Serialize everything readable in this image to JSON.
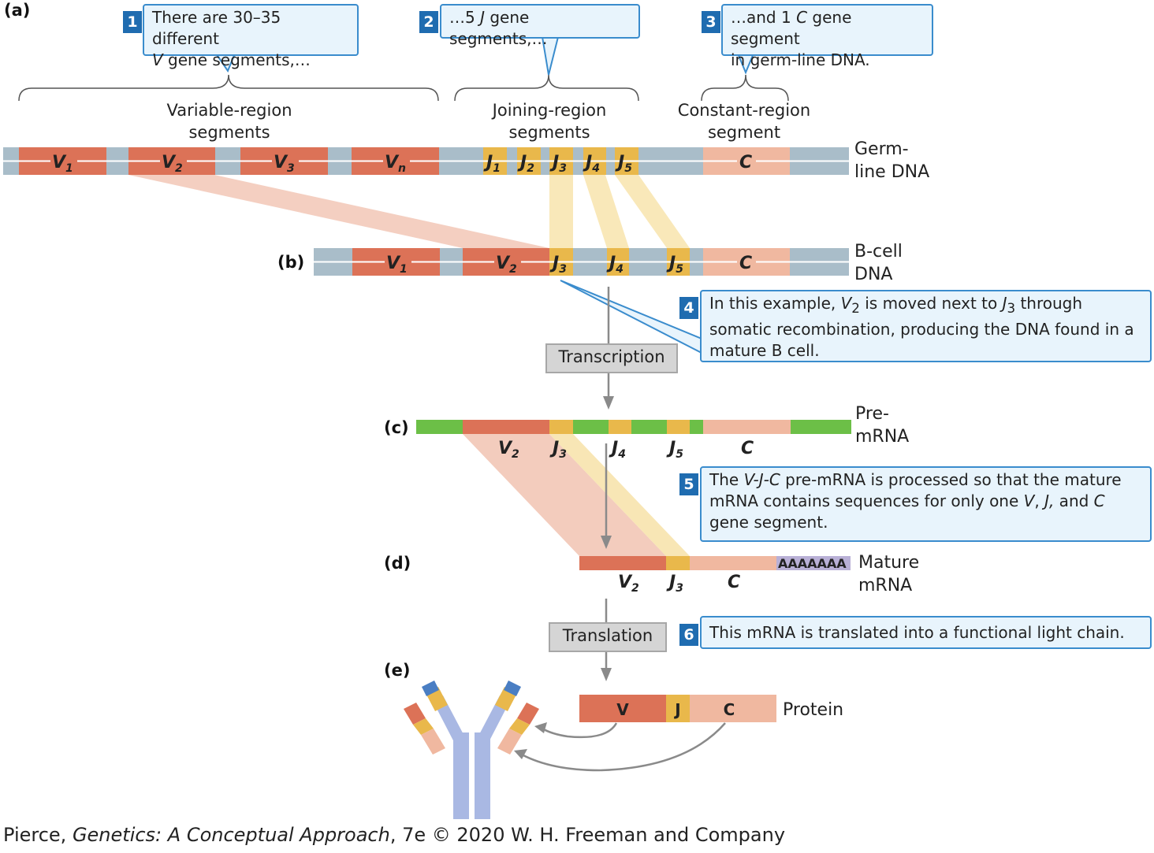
{
  "panels": {
    "a": "(a)",
    "b": "(b)",
    "c": "(c)",
    "d": "(d)",
    "e": "(e)"
  },
  "callouts": {
    "c1": {
      "num": "1",
      "line1": "There are 30–35 different",
      "line2_italic": "V",
      "line2": " gene segments,…"
    },
    "c2": {
      "num": "2",
      "pre": "…5 ",
      "italic": "J",
      "post": " gene segments,…"
    },
    "c3": {
      "num": "3",
      "pre": "…and 1 ",
      "italic": "C",
      "post": " gene segment",
      "line2": "in germ-line DNA."
    },
    "c4": {
      "num": "4",
      "text_a": "In this example, ",
      "v": "V",
      "v_sub": "2",
      "text_b": " is moved next to ",
      "j": "J",
      "j_sub": "3",
      "text_c": " through somatic recombination, producing the DNA found in a mature B cell."
    },
    "c5": {
      "num": "5",
      "text_a": "The ",
      "vjc": "V-J-C",
      "text_b": " pre-mRNA is processed so that the mature mRNA contains sequences for only one ",
      "v": "V",
      "sep1": ", ",
      "j": "J,",
      "sep2": " and ",
      "c": "C",
      "text_c": " gene segment."
    },
    "c6": {
      "num": "6",
      "text": "This mRNA is translated into a functional light chain."
    }
  },
  "region_labels": {
    "variable": [
      "Variable-region",
      "segments"
    ],
    "joining": [
      "Joining-region",
      "segments"
    ],
    "constant": [
      "Constant-region",
      "segment"
    ]
  },
  "row_labels": {
    "germline": [
      "Germ-",
      "line DNA"
    ],
    "bcell": [
      "B-cell",
      "DNA"
    ],
    "premrna": [
      "Pre-",
      "mRNA"
    ],
    "mature": [
      "Mature",
      "mRNA"
    ],
    "protein": "Protein"
  },
  "steps": {
    "transcription": "Transcription",
    "translation": "Translation"
  },
  "segments": {
    "V": "V",
    "J": "J",
    "C": "C",
    "n": "n",
    "subs": [
      "1",
      "2",
      "3",
      "4",
      "5"
    ],
    "polyA": "AAAAAAA",
    "protein": {
      "V": "V",
      "J": "J",
      "C": "C"
    }
  },
  "colors": {
    "v_segment": "#dc7257",
    "j_segment": "#e9b84b",
    "c_segment": "#f0b8a0",
    "dna_backbone": "#a9bdc9",
    "rna_backbone": "#6cbf47",
    "poly_a": "#b9b0d6",
    "callout_fill": "#e8f4fc",
    "callout_border": "#3a8ccd",
    "number_badge": "#1f6cb0",
    "antibody_heavy": "#a9b8e3",
    "antibody_light_v": "#dc7257",
    "antibody_light_c": "#f0b8a0",
    "antibody_blue": "#4a7ec3"
  },
  "credit": {
    "author": "Pierce, ",
    "title": "Genetics: A Conceptual Approach",
    "rest": ", 7e © 2020 W. H. Freeman and Company"
  }
}
